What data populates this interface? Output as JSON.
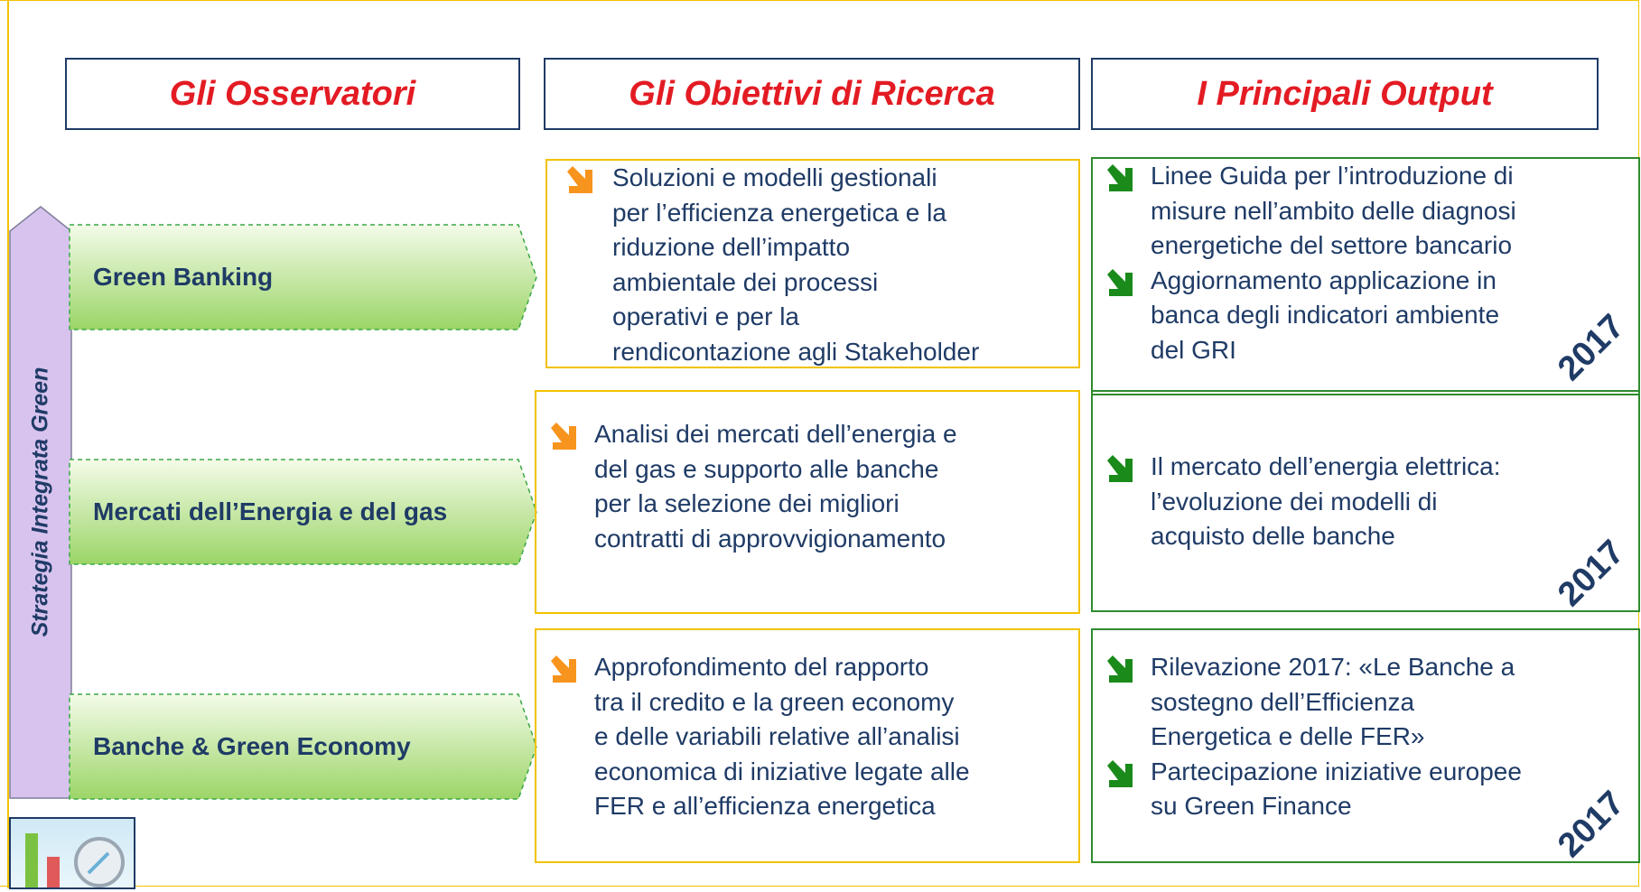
{
  "headers": {
    "observatories": "Gli Osservatori",
    "objectives": "Gli Obiettivi di Ricerca",
    "outputs": "I Principali Output"
  },
  "side_label": "Strategia Integrata Green",
  "rows": [
    {
      "name": "Green Banking",
      "objective": [
        "Soluzioni e modelli gestionali",
        "per l’efficienza energetica e la",
        "riduzione dell’impatto",
        "ambientale dei processi",
        "operativi e per la",
        "rendicontazione agli Stakeholder"
      ],
      "outputs": [
        [
          "Linee Guida per l’introduzione di",
          "misure nell’ambito delle diagnosi",
          "energetiche del settore bancario"
        ],
        [
          "Aggiornamento applicazione in",
          "banca degli indicatori ambiente",
          "del GRI"
        ]
      ],
      "year": "2017"
    },
    {
      "name": "Mercati dell’Energia e del gas",
      "objective": [
        "Analisi dei mercati dell’energia e",
        "del gas e supporto alle banche",
        "per la selezione dei migliori",
        "contratti di approvvigionamento"
      ],
      "outputs": [
        [
          "Il mercato dell’energia elettrica:",
          "l’evoluzione dei modelli di",
          "acquisto delle banche"
        ]
      ],
      "year": "2017"
    },
    {
      "name": "Banche & Green Economy",
      "objective": [
        "Approfondimento del rapporto",
        "tra il credito e la green economy",
        "e delle variabili relative all’analisi",
        "economica di iniziative legate alle",
        "FER e all’efficienza energetica"
      ],
      "outputs": [
        [
          "Rilevazione 2017: «Le Banche a",
          "sostegno dell’Efficienza",
          "Energetica e delle FER»"
        ],
        [
          "Partecipazione iniziative europee",
          "su Green Finance"
        ]
      ],
      "year": "2017"
    }
  ],
  "colors": {
    "navy": "#1f3b66",
    "red": "#e31b23",
    "yellow_border": "#f2c200",
    "green_border": "#2e8b2e",
    "orange_arrow": "#f7941d",
    "green_arrow": "#1a8a1a",
    "lavender": "#d7c3ee"
  },
  "icons": {
    "objective_bullet": "orange-arrow-down-right-icon",
    "output_bullet": "green-arrow-down-right-icon",
    "logo": "chart-magnifier-icon"
  }
}
